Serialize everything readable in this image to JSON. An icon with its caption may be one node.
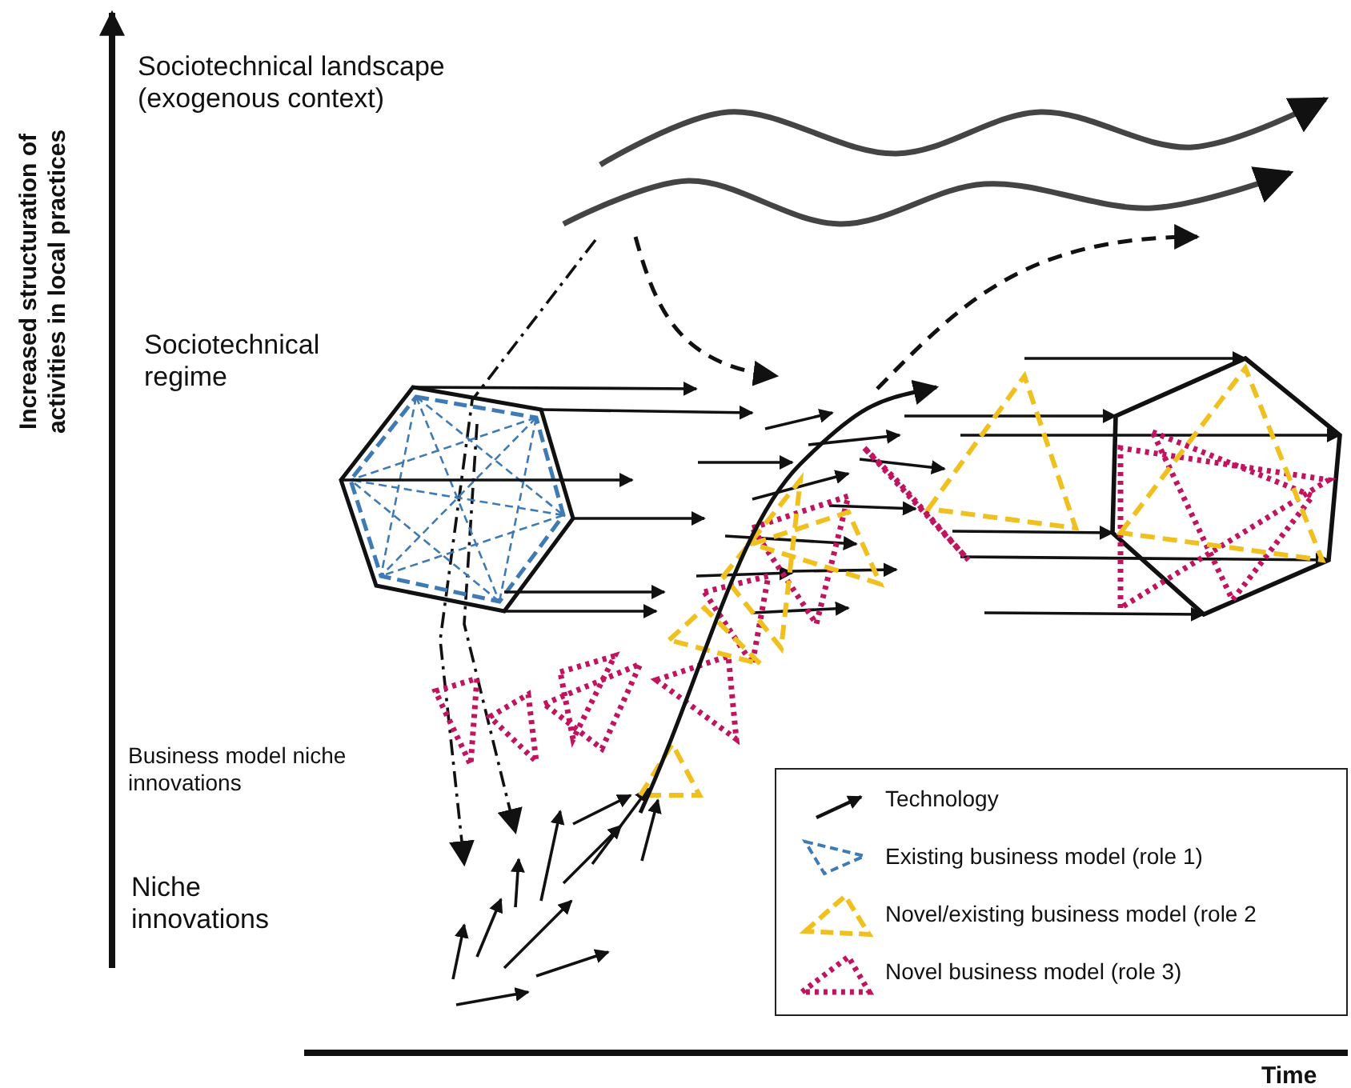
{
  "diagram": {
    "labels": [
      "Increased structuration of activities in local practices",
      "Sociotechnical landscape (exogenous context)",
      "Sociotechnical regime",
      "Business model niche innovations",
      "Niche innovations",
      "Time"
    ],
    "legend": [
      {
        "text": "Technology"
      },
      {
        "text": "Existing business model (role 1)"
      },
      {
        "text": "Novel/existing business model (role 2"
      },
      {
        "text": "Novel business model (role 3)"
      }
    ]
  }
}
